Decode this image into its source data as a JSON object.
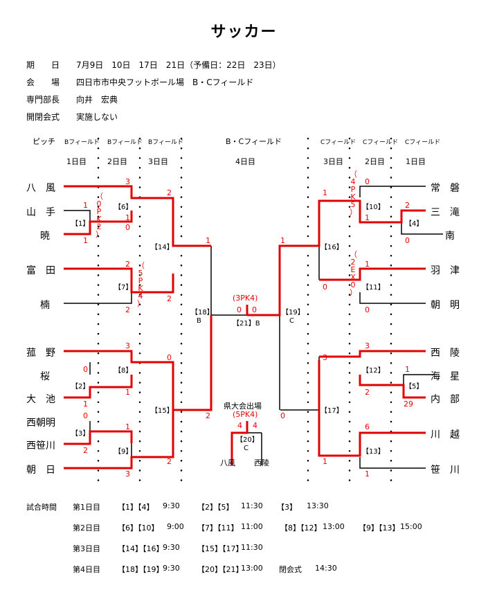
{
  "title": "サッカー",
  "info": {
    "date_label": "期　　日",
    "date_value": "7月9日　10日　17日　21日（予備日：22日　23日）",
    "venue_label": "会　　場",
    "venue_value": "四日市市中央フットボール場　B・Cフィールド",
    "chair_label": "専門部長",
    "chair_value": "向井　宏典",
    "ceremony_label": "開閉会式",
    "ceremony_value": "実施しない"
  },
  "headers": {
    "pitch": "ピッチ",
    "bfield": "Bフィールド",
    "cfield": "Cフィールド",
    "bc": "B・Cフィールド",
    "day1": "1日目",
    "day2": "2日目",
    "day3": "3日目",
    "day4": "4日目"
  },
  "left_teams": [
    "八　風",
    "山　手",
    "暁",
    "富　田",
    "楠",
    "菰　野",
    "桜",
    "大　池",
    "西朝明",
    "西笹川",
    "朝　日"
  ],
  "right_teams": [
    "常　磐",
    "三　滝",
    "南",
    "羽　津",
    "朝　明",
    "西　陵",
    "海　星",
    "内　部",
    "川　越",
    "笹　川"
  ],
  "matches": {
    "m1": "【1】",
    "m2": "【2】",
    "m3": "【3】",
    "m4": "【4】",
    "m5": "【5】",
    "m6": "【6】",
    "m7": "【7】",
    "m8": "【8】",
    "m9": "【9】",
    "m10": "【10】",
    "m11": "【11】",
    "m12": "【12】",
    "m13": "【13】",
    "m14": "【14】",
    "m15": "【15】",
    "m16": "【16】",
    "m17": "【17】",
    "m18": "【18】",
    "m19": "【19】",
    "m20": "【20】",
    "m21": "【21】B"
  },
  "pitch_letters": {
    "b": "B",
    "c": "C"
  },
  "scores": {
    "l1": [
      "3",
      "1",
      "1",
      "0",
      "1",
      "2",
      "0",
      "2",
      "3",
      "0",
      "1",
      "0",
      "2",
      "1",
      "3",
      "2",
      "0",
      "1",
      "2",
      "0",
      "0",
      "3",
      "1",
      "2"
    ],
    "r1": [
      "1",
      "0",
      "2",
      "0",
      "0",
      "1",
      "0",
      "3",
      "1",
      "3",
      "2",
      "1",
      "29",
      "6",
      "1",
      "1",
      "0"
    ]
  },
  "pk_notes": {
    "l_pk1": [
      "（",
      "0",
      "P",
      "K",
      "2",
      "）"
    ],
    "l_pk2": [
      "（",
      "5",
      "P",
      "K",
      "4",
      "）"
    ],
    "r_pk1": [
      "（",
      "4",
      "P",
      "K",
      "5",
      "）"
    ],
    "r_ex": [
      "（",
      "2",
      "E",
      "X",
      "0",
      "）"
    ]
  },
  "final": {
    "pk": "(3PK4)",
    "left": "0",
    "right": "0"
  },
  "prefect": {
    "label": "県大会出場",
    "pk": "(5PK4)",
    "left": "4",
    "right": "4",
    "pitch": "C",
    "team_left": "八風",
    "team_right": "西陵"
  },
  "schedule": {
    "label": "試合時間",
    "rows": [
      {
        "day": "第1日目",
        "items": [
          "【1】【4】",
          "9:30",
          "【2】【5】",
          "11:30",
          "【3】",
          "13:30"
        ]
      },
      {
        "day": "第2日目",
        "items": [
          "【6】【10】",
          "9:00",
          "【7】【11】",
          "11:00",
          "【8】【12】",
          "13:00",
          "【9】【13】",
          "15:00"
        ]
      },
      {
        "day": "第3日目",
        "items": [
          "【14】【16】",
          "9:30",
          "【15】【17】",
          "11:30"
        ]
      },
      {
        "day": "第4日目",
        "items": [
          "【18】【19】",
          "9:30",
          "【20】【21】",
          "13:00",
          "閉会式",
          "14:30"
        ]
      }
    ]
  },
  "colors": {
    "win": "#e00000",
    "line": "#000000"
  }
}
